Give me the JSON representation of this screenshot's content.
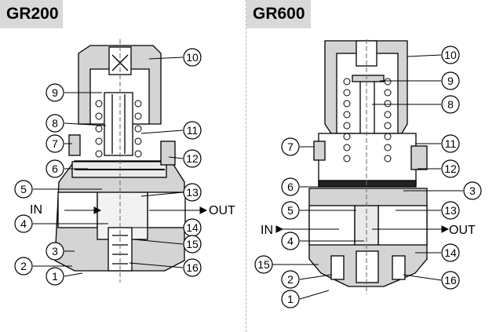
{
  "panels": [
    {
      "title": "GR200",
      "in_label": "IN",
      "out_label": "OUT",
      "callouts": [
        "10",
        "9",
        "8",
        "7",
        "6",
        "5",
        "4",
        "3",
        "2",
        "1",
        "11",
        "12",
        "13",
        "14",
        "15",
        "16"
      ]
    },
    {
      "title": "GR600",
      "in_label": "IN",
      "out_label": "OUT",
      "callouts": [
        "10",
        "9",
        "8",
        "7",
        "6",
        "5",
        "4",
        "2",
        "1",
        "15",
        "11",
        "12",
        "3",
        "13",
        "14",
        "16"
      ]
    }
  ],
  "colors": {
    "header_bg": "#d9d9d9",
    "body_gray": "#d4d4d4",
    "line": "#000000"
  }
}
